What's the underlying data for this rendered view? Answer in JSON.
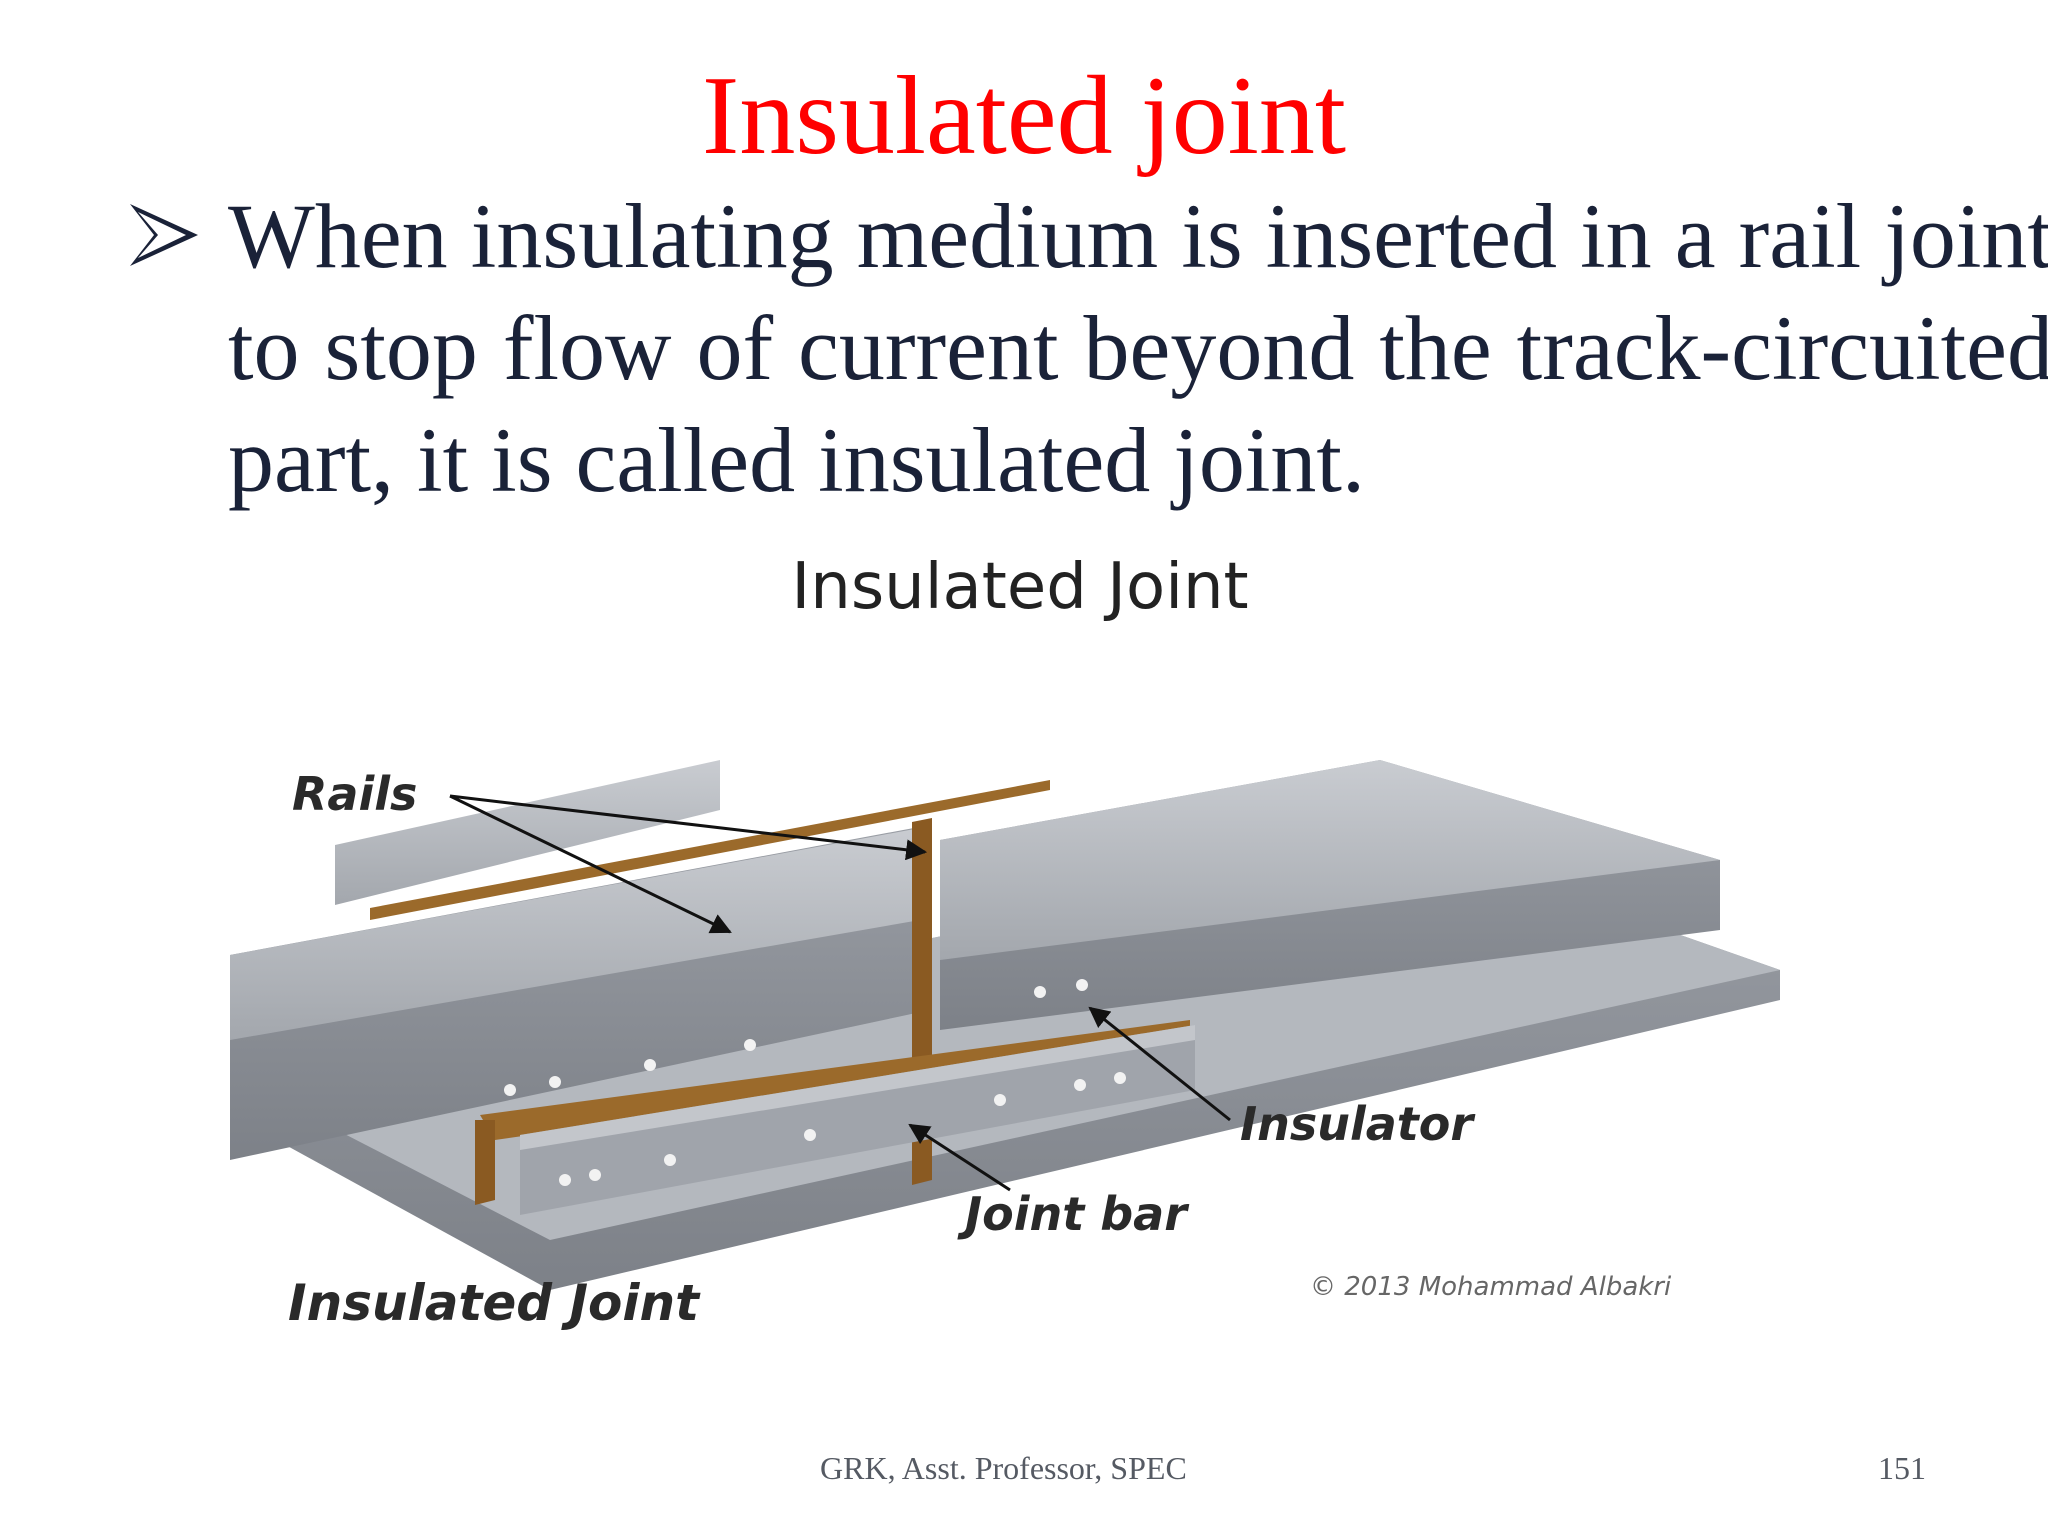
{
  "slide": {
    "title": "Insulated joint",
    "bullet_text": "When insulating medium is inserted in a rail joint to stop flow of current beyond the track-circuited part, it is called insulated joint.",
    "bullet_icon": "arrowhead-bullet-icon"
  },
  "figure": {
    "title": "Insulated Joint",
    "labels": {
      "rails": "Rails",
      "insulator": "Insulator",
      "joint_bar": "Joint bar"
    },
    "caption": "Insulated Joint",
    "copyright": "© 2013 Mohammad Albakri"
  },
  "footer": {
    "author": "GRK, Asst. Professor, SPEC",
    "page_number": "151"
  },
  "colors": {
    "title": "#ff0000",
    "body_text": "#1a2238",
    "rail_steel": "#a9adb3",
    "insulator": "#9b6a2b"
  }
}
